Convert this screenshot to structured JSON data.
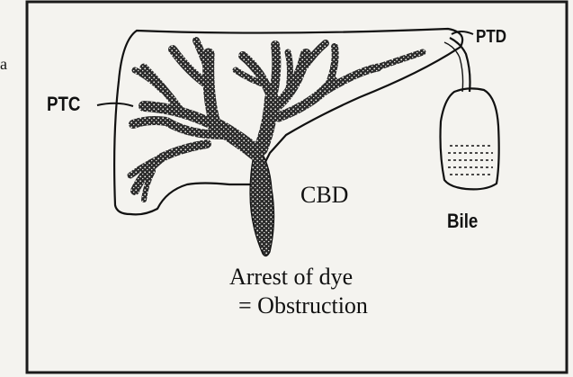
{
  "labels": {
    "ptc": "PTC",
    "ptd": "PTD",
    "cbd": "CBD",
    "bile": "Bile",
    "caption_line1": "Arrest of dye",
    "caption_line2": "= Obstruction",
    "side_mark": "a"
  },
  "colors": {
    "ink": "#111111",
    "paper": "#f4f3ef",
    "frame": "#1a1a1a"
  }
}
